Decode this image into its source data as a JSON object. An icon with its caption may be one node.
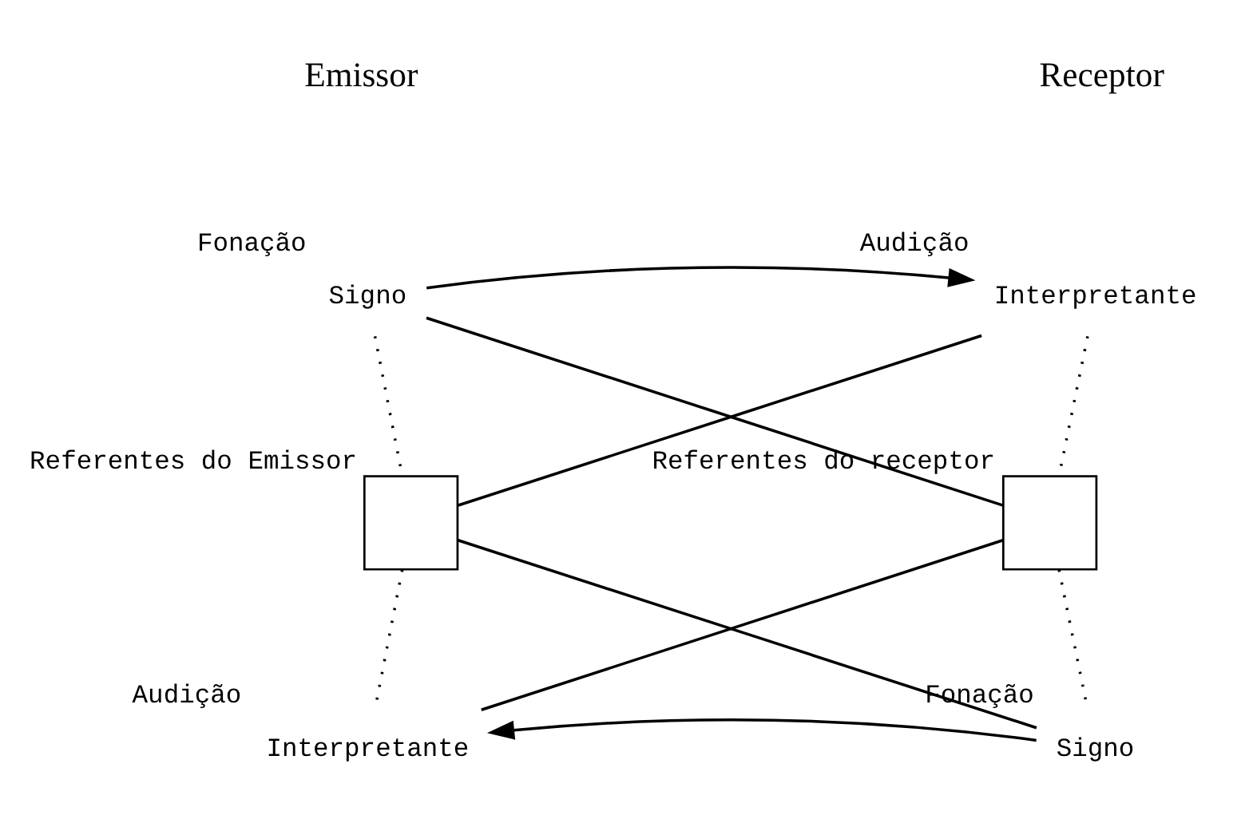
{
  "diagram": {
    "nodes": [
      {
        "text": [
          "Signo"
        ],
        "beside": [
          "Fonação"
        ]
      },
      {
        "text": [
          "Interpretante"
        ],
        "beside": [
          "Audição"
        ]
      },
      {
        "text": [],
        "shape": "box",
        "beside": [
          "Referentes do Emissor"
        ]
      },
      {
        "text": [],
        "shape": "box",
        "beside": [
          "Referentes do receptor"
        ]
      },
      {
        "text": [
          "Interpretante"
        ],
        "beside": [
          "Audição"
        ]
      },
      {
        "text": [
          "Signo"
        ],
        "beside": [
          "Fonação"
        ]
      }
    ],
    "edges": [
      {
        "from": 0,
        "to": 1,
        "arrow": "to"
      },
      {
        "from": 0,
        "to": 2,
        "arrow": "none",
        "style": "dashed"
      },
      {
        "from": 1,
        "to": 3,
        "arrow": "none",
        "style": "dashed"
      },
      {
        "from": 0,
        "to": 3,
        "arrow": "none"
      },
      {
        "from": 1,
        "to": 2,
        "arrow": "none"
      },
      {
        "from": 2,
        "to": 4,
        "arrow": "none",
        "style": "dashed"
      },
      {
        "from": 3,
        "to": 5,
        "arrow": "none",
        "style": "dashed"
      },
      {
        "from": 2,
        "to": 5,
        "arrow": "none"
      },
      {
        "from": 4,
        "to": 3,
        "arrow": "none"
      },
      {
        "from": 5,
        "to": 4,
        "arrow": "to"
      }
    ],
    "labels": [
      "Emissor",
      "Receptor"
    ]
  }
}
